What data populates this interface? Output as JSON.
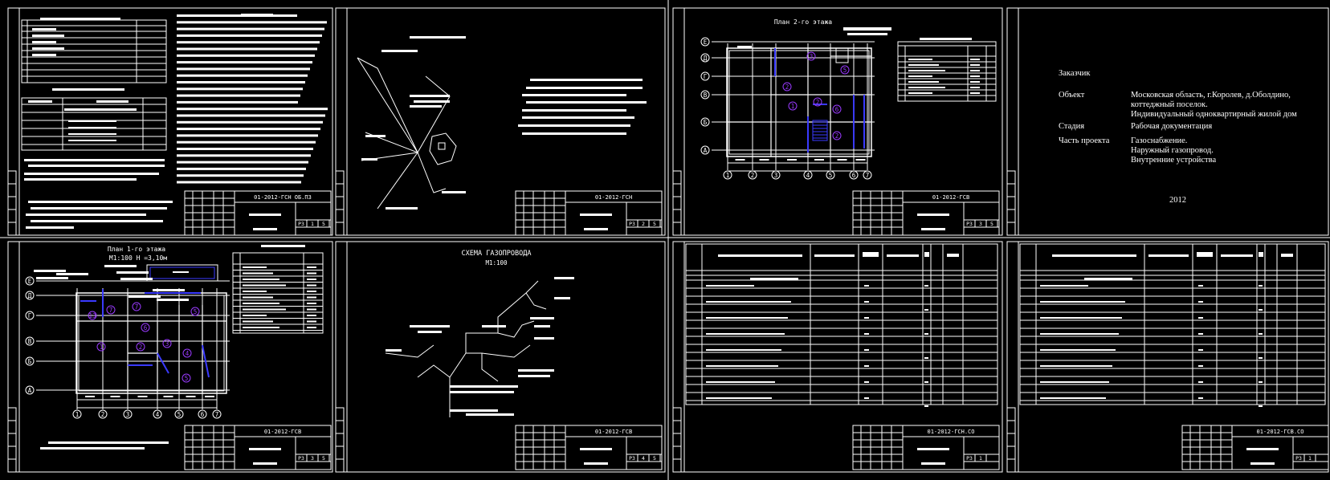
{
  "colors": {
    "background": "#000000",
    "lines": "#ffffff",
    "accent": "#3a3aff",
    "marker": "#9a3aff"
  },
  "sheets": {
    "plan_floor1": {
      "title": "План 1-го этажа",
      "scale": "М1:100  Н =3,10м",
      "axes_rows": [
        "Е",
        "Д",
        "Г",
        "В",
        "Б",
        "А"
      ],
      "axes_cols": [
        "1",
        "2",
        "3",
        "4",
        "5",
        "6",
        "7"
      ],
      "stamp": "01-2012-ГСВ",
      "stamp_cells": [
        "Р3",
        "3",
        "5"
      ]
    },
    "plan_floor2": {
      "title": "План 2-го этажа",
      "axes_rows": [
        "Е",
        "Д",
        "Г",
        "В",
        "Б",
        "А"
      ],
      "axes_cols": [
        "1",
        "2",
        "3",
        "4",
        "5",
        "6",
        "7"
      ],
      "stamp": "01-2012-ГСВ",
      "stamp_cells": [
        "Р3",
        "3",
        "5"
      ]
    },
    "scheme": {
      "title": "СХЕМА ГАЗОПРОВОДА",
      "scale": "М1:100",
      "stamp": "01-2012-ГСВ",
      "stamp_cells": [
        "Р3",
        "4",
        "5"
      ]
    },
    "general": {
      "stamp": "01-2012-ГСН ОБ.ПЗ",
      "stamp_cells": [
        "Р3",
        "1",
        "5"
      ]
    },
    "site": {
      "stamp": "01-2012-ГСН",
      "stamp_cells": [
        "Р3",
        "2",
        "5"
      ]
    },
    "spec1": {
      "stamp": "01-2012-ГСН.СО",
      "stamp_cells": [
        "Р3",
        "1"
      ]
    },
    "spec2": {
      "stamp": "01-2012-ГСВ.СО",
      "stamp_cells": [
        "Р3",
        "1"
      ]
    }
  },
  "cover": {
    "rows": [
      {
        "label": "Заказчик",
        "value": []
      },
      {
        "label": "Объект",
        "value": [
          "Московская область, г.Королев, д.Оболдино,",
          "коттеджный поселок.",
          "Индивидуальный одноквартирный жилой дом"
        ]
      },
      {
        "label": "Стадия",
        "value": [
          "Рабочая документация"
        ]
      },
      {
        "label": "Часть проекта",
        "value": [
          "Газоснабжение.",
          "Наружный газопровод.",
          "Внутренние устройства"
        ]
      }
    ],
    "year": "2012"
  }
}
